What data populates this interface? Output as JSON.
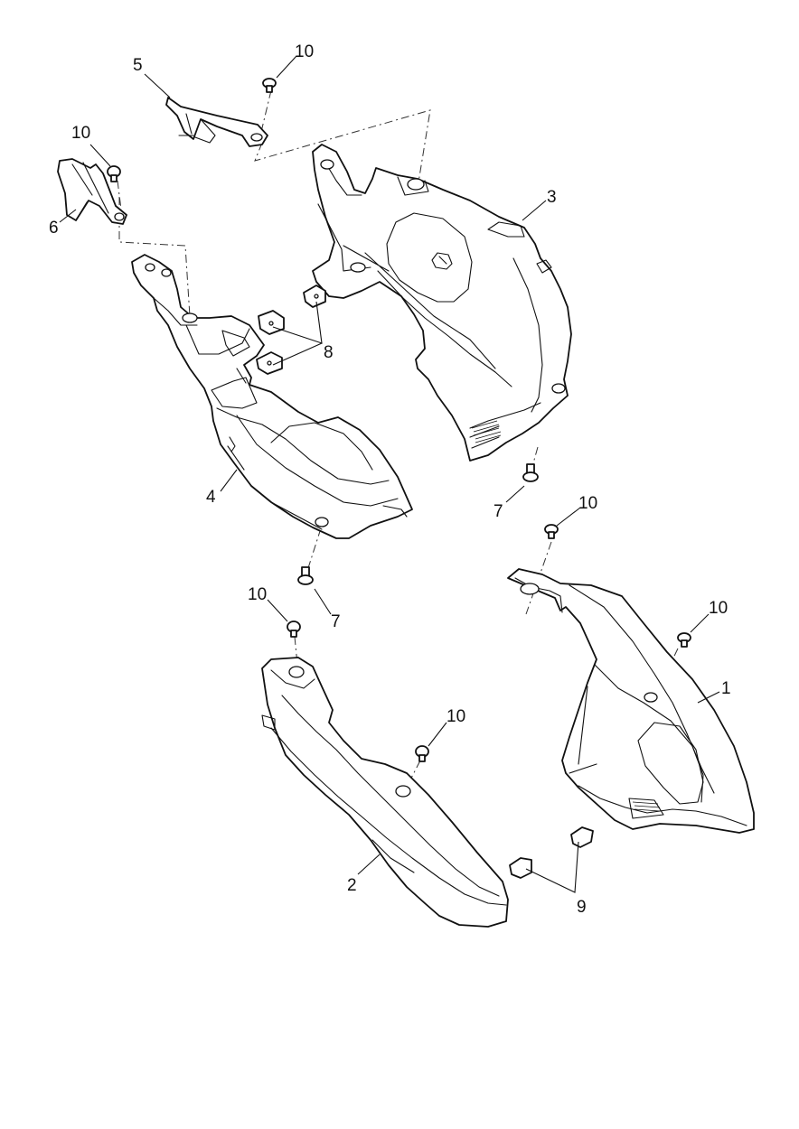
{
  "callouts": {
    "c1": "1",
    "c2": "2",
    "c3": "3",
    "c4": "4",
    "c5": "5",
    "c6": "6",
    "c7a": "7",
    "c7b": "7",
    "c8": "8",
    "c9": "9",
    "c10a": "10",
    "c10b": "10",
    "c10c": "10",
    "c10d": "10",
    "c10e": "10",
    "c10f": "10"
  }
}
